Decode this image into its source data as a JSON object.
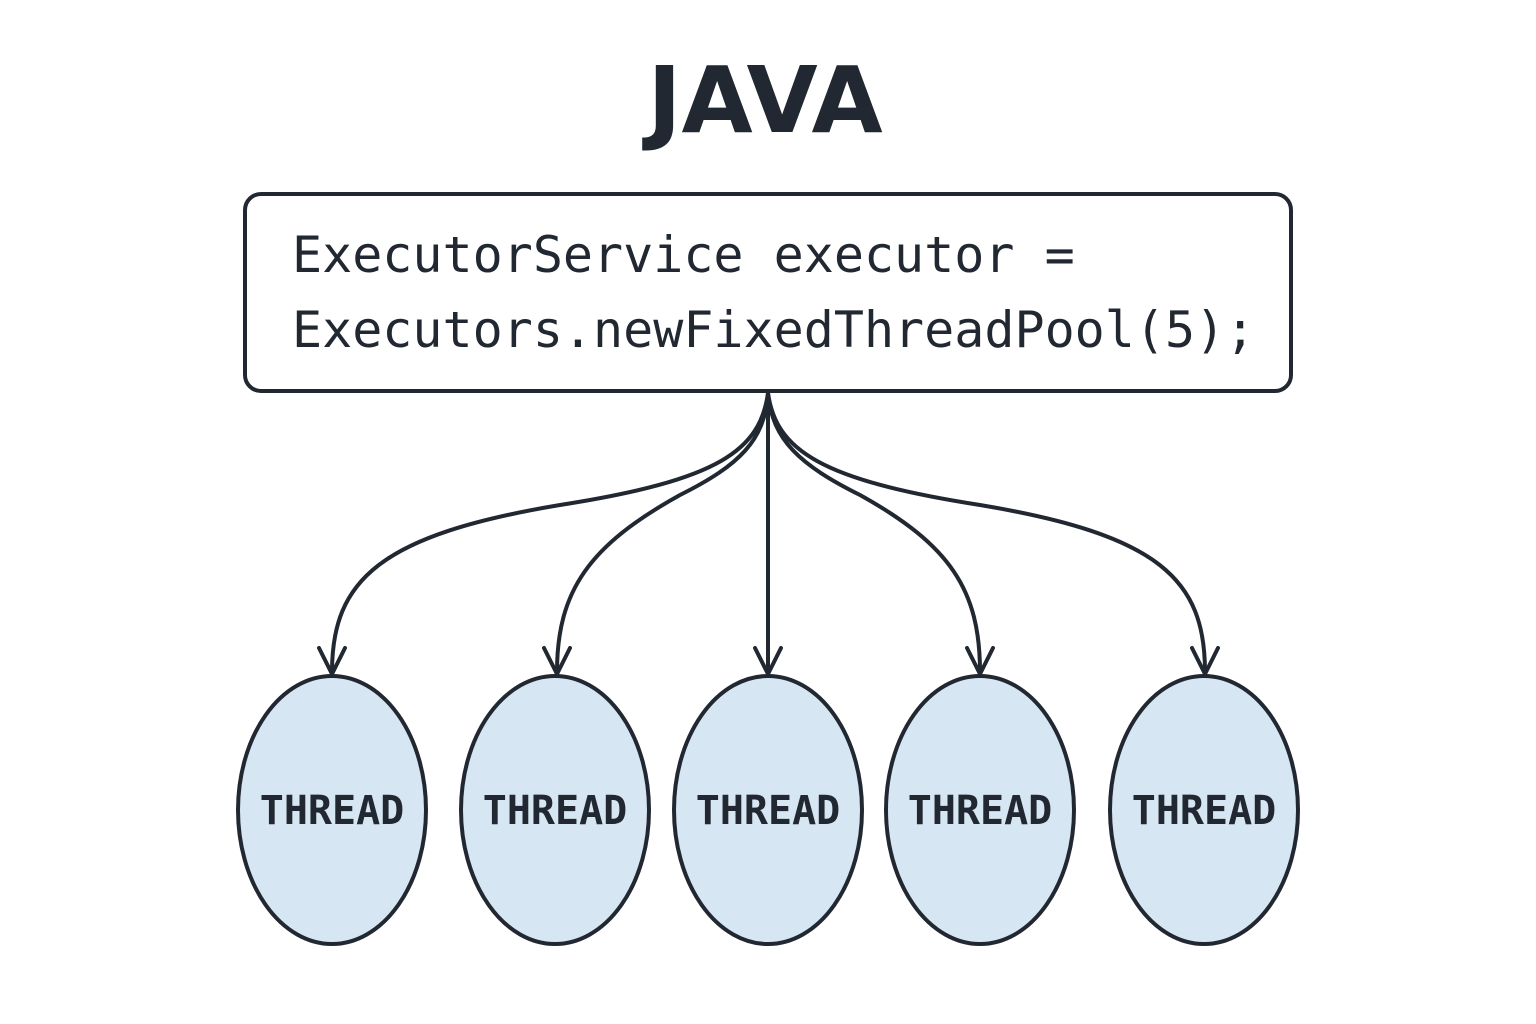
{
  "title": "JAVA",
  "code_box": {
    "lines": [
      "ExecutorService executor =",
      "Executors.newFixedThreadPool(5);"
    ]
  },
  "threads": [
    {
      "label": "THREAD"
    },
    {
      "label": "THREAD"
    },
    {
      "label": "THREAD"
    },
    {
      "label": "THREAD"
    },
    {
      "label": "THREAD"
    }
  ],
  "colors": {
    "stroke": "#222831",
    "text": "#222831",
    "thread_fill": "#d6e6f2",
    "box_fill": "#ffffff",
    "background": "#ffffff"
  }
}
